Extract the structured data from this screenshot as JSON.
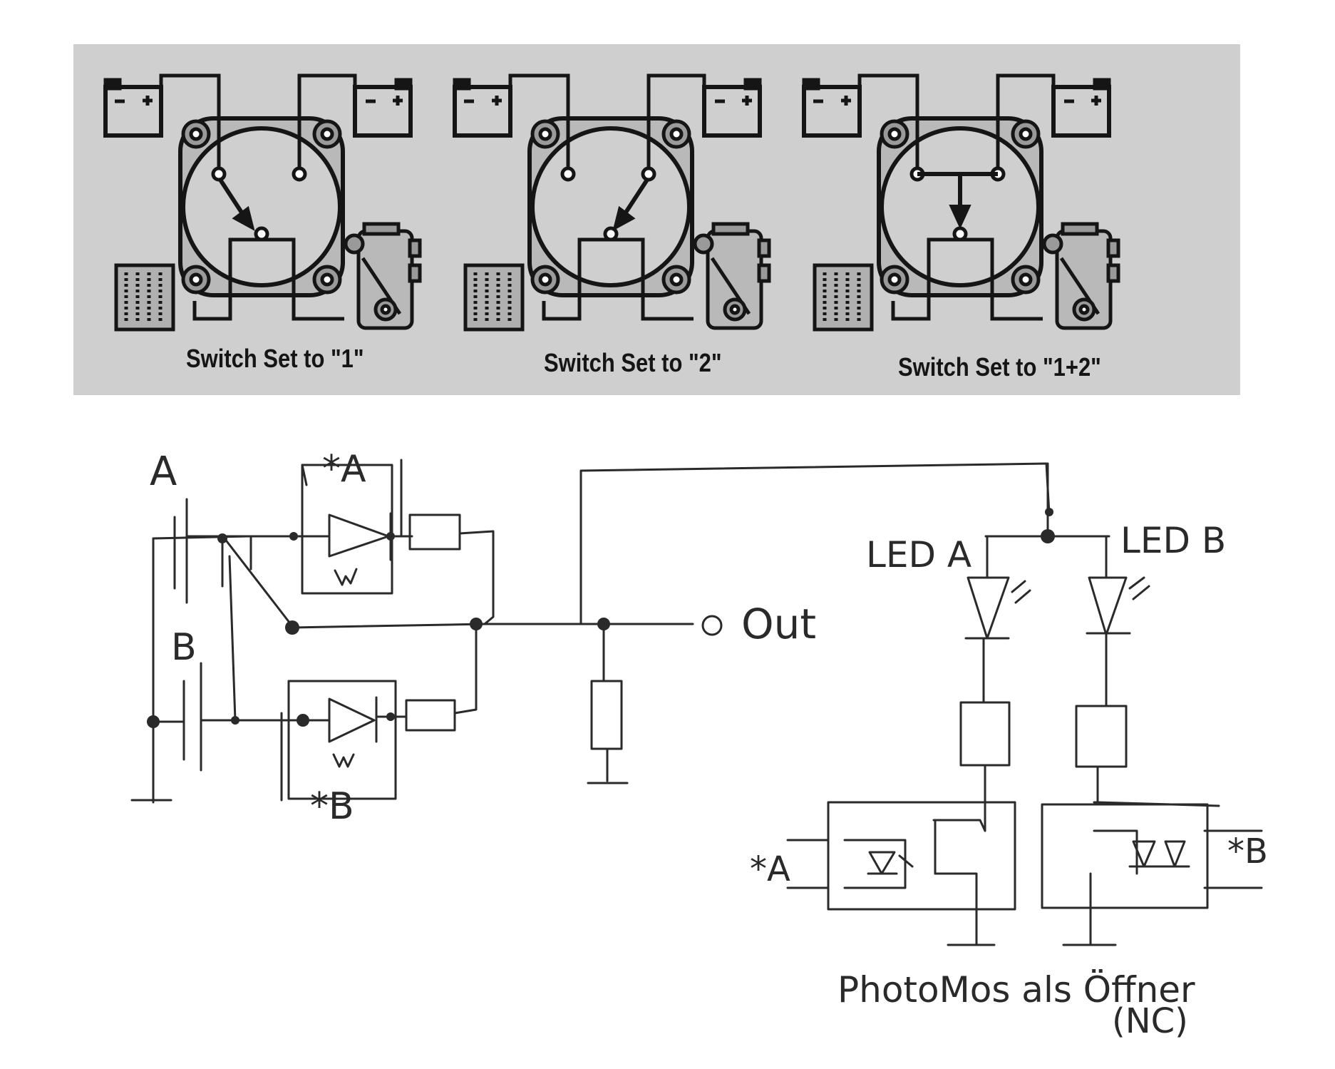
{
  "panel": {
    "captions": [
      "Switch Set to \"1\"",
      "Switch Set to \"2\"",
      "Switch Set to \"1+2\""
    ],
    "colors": {
      "panel_bg": "#cfcfcf",
      "ink": "#151515"
    }
  },
  "sketch": {
    "battery_a": "A",
    "battery_b": "B",
    "diode_a": "*A",
    "diode_b": "*B",
    "output": "Out",
    "led_a": "LED A",
    "led_b": "LED B",
    "relay_a_input": "*A",
    "relay_b_input": "*B",
    "caption_line1": "PhotoMos als Öffner",
    "caption_line2": "(NC)",
    "colors": {
      "ink": "#2a2a2a",
      "paper": "#ffffff"
    }
  }
}
